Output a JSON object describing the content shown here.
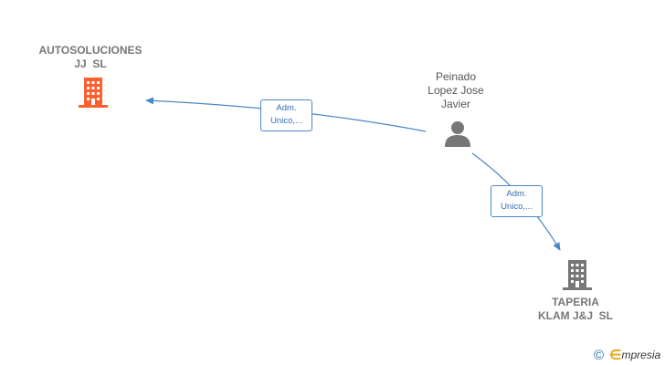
{
  "nodes": {
    "autosoluciones": {
      "lines": [
        "AUTOSOLUCIONES",
        "JJ  SL"
      ],
      "color": "#ff5f2e"
    },
    "person": {
      "lines": [
        "Peinado",
        "Lopez Jose",
        "Javier"
      ],
      "color": "#777777"
    },
    "taperia": {
      "lines": [
        "TAPERIA",
        "KLAM J&J  SL"
      ],
      "color": "#777777"
    }
  },
  "edges": [
    {
      "lines": [
        "Adm.",
        "Unico,..."
      ]
    },
    {
      "lines": [
        "Adm.",
        "Unico,..."
      ]
    }
  ],
  "colors": {
    "edge": "#4a86c8"
  },
  "brand": {
    "copyright": "©",
    "e": "∈",
    "rest": "mpresia"
  }
}
